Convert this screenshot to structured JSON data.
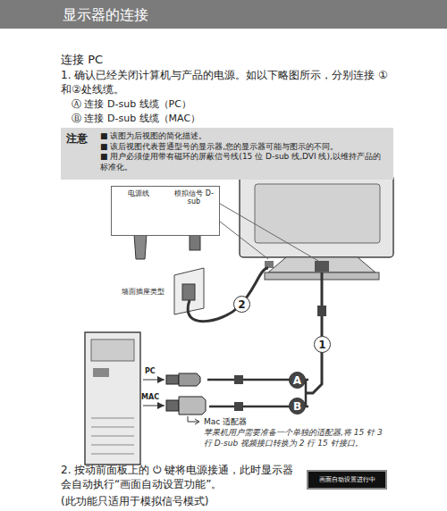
{
  "diagram": {
    "title": "显示器的连接",
    "nodes": [
      {
        "text": [
          "注意",
          "■ 该图为后视图的简化描述。",
          "■ 该后视图代表普通型号的显示器,您的显示器可能与图示的不同。",
          "■ 用户必须使用带有磁环的屏蔽信号线(15 位 D-sub 线,DVI 线),以维持产品的标准化。"
        ]
      },
      {
        "text": [
          "电源线",
          "模拟信号 D-sub"
        ]
      },
      {
        "text": [
          "2"
        ]
      },
      {
        "text": [
          "1"
        ]
      },
      {
        "text": [
          "A"
        ]
      },
      {
        "text": [
          "B"
        ]
      },
      {
        "text": [
          "画面自动设置进行中"
        ]
      }
    ],
    "labels": [
      "连接 PC",
      "1. 确认已经关闭计算机与产品的电源。如以下略图所示，分别连接 ①和②处线缆。",
      "Ⓐ 连接 D-sub 线缆（PC）",
      "Ⓑ 连接 D-sub 线缆（MAC）",
      "墙面插座类型",
      "PC",
      "MAC",
      "Mac 适配器",
      "苹果机用户需要准备一个单独的适配器,将 15 针 3 行 D-sub 视频接口转换为 2 行 15 针接口。",
      "2. 按动前面板上的 ⏻ 键将电源接通，此时显示器会自动执行“画面自动设置功能”。",
      "(此功能只适用于模拟信号模式)"
    ]
  }
}
